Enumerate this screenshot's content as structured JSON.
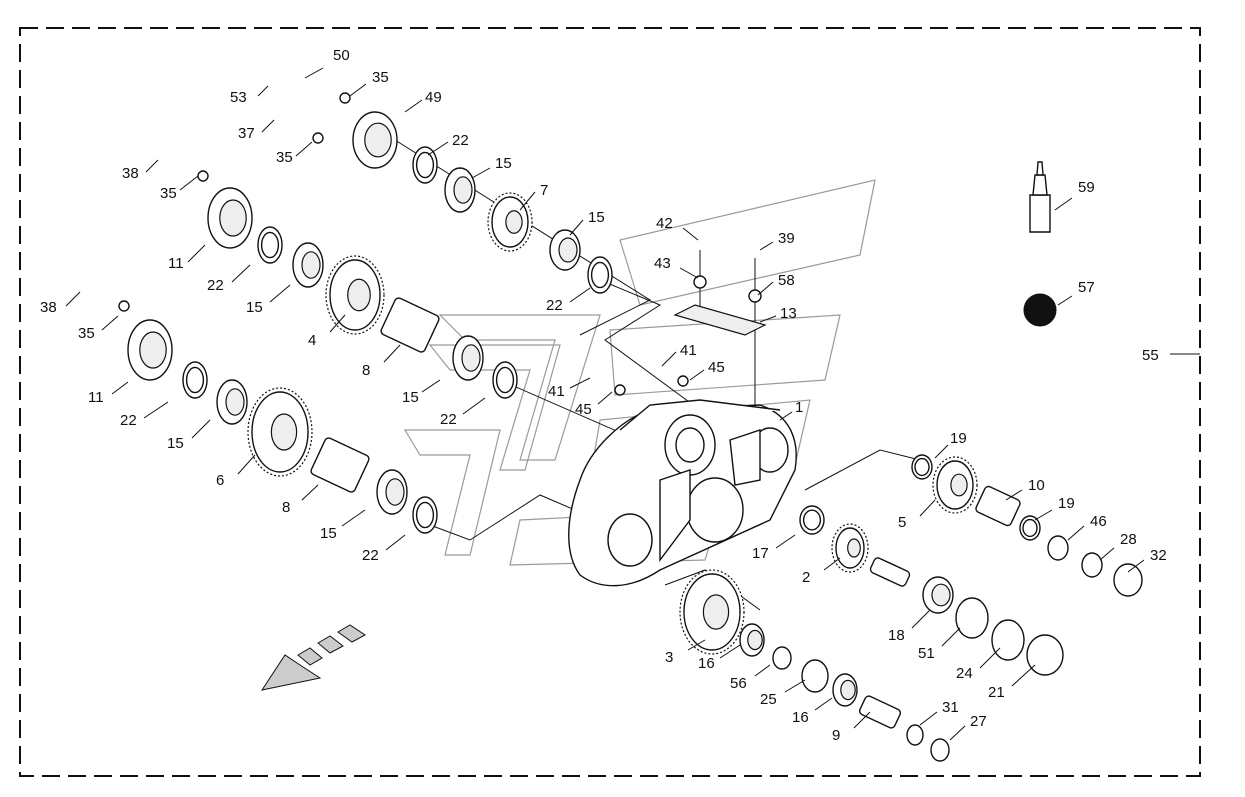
{
  "border_label": "55",
  "labels": [
    "50",
    "35",
    "53",
    "49",
    "37",
    "22",
    "35",
    "38",
    "35",
    "15",
    "7",
    "15",
    "42",
    "39",
    "11",
    "43",
    "58",
    "22",
    "15",
    "22",
    "13",
    "57",
    "59",
    "4",
    "38",
    "35",
    "41",
    "45",
    "8",
    "41",
    "45",
    "1",
    "11",
    "15",
    "22",
    "22",
    "15",
    "19",
    "6",
    "10",
    "19",
    "8",
    "5",
    "46",
    "15",
    "22",
    "28",
    "17",
    "32",
    "2",
    "3",
    "16",
    "18",
    "56",
    "51",
    "24",
    "21",
    "25",
    "16",
    "31",
    "9",
    "27"
  ]
}
